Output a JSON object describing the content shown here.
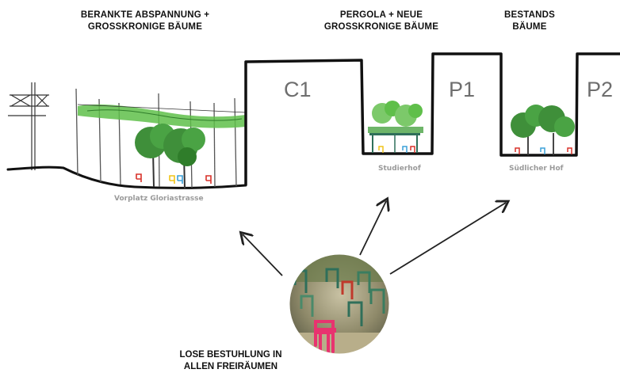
{
  "headings": [
    {
      "id": "planted-tensioning",
      "line1": "BERANKTE ABSPANNUNG +",
      "line2": "GROSSKRONIGE BÄUME"
    },
    {
      "id": "pergola",
      "line1": "PERGOLA + NEUE",
      "line2": "GROSSKRONIGE BÄUME"
    },
    {
      "id": "existing-trees",
      "line1": "BESTANDS",
      "line2": "BÄUME"
    }
  ],
  "buildings": [
    "C1",
    "P1",
    "P2"
  ],
  "places": [
    "Vorplatz Gloriastrasse",
    "Studierhof",
    "Südlicher Hof"
  ],
  "caption": {
    "line1": "LOSE BESTUHLUNG IN",
    "line2": "ALLEN FREIRÄUMEN"
  },
  "colors": {
    "outline": "#111111",
    "foliage_light": "#7cc96a",
    "foliage_dark": "#3f8f3a",
    "canopy_green": "#5fbf4a",
    "chair_pink": "#e8336f",
    "chair_red": "#d8322a",
    "chair_yellow": "#f0c419",
    "chair_blue": "#3aa0d8",
    "building_label": "#6e6e6e",
    "place_label": "#9a9a9a"
  }
}
